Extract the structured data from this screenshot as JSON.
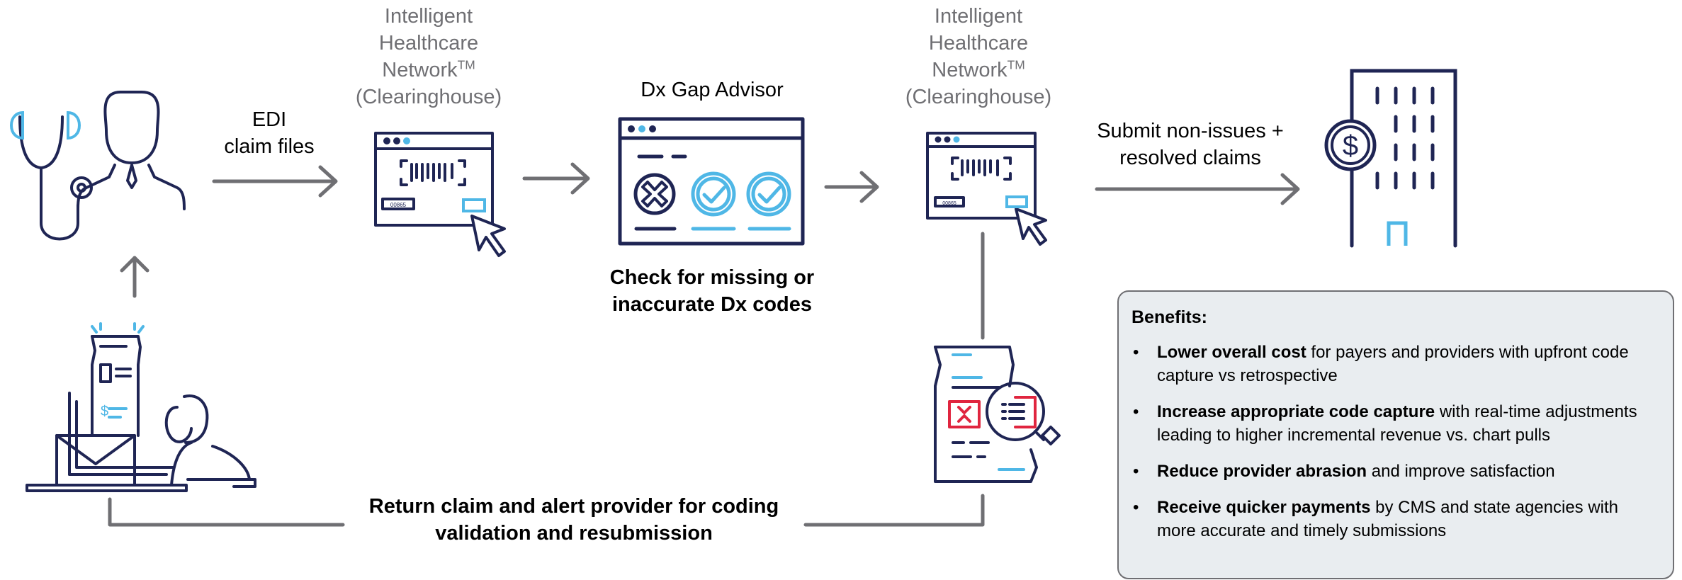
{
  "labels": {
    "ihn_left": {
      "line1": "Intelligent",
      "line2": "Healthcare",
      "line3": "Network",
      "tm": "TM",
      "line4": "(Clearinghouse)"
    },
    "ihn_right": {
      "line1": "Intelligent",
      "line2": "Healthcare",
      "line3": "Network",
      "tm": "TM",
      "line4": "(Clearinghouse)"
    },
    "edi": {
      "line1": "EDI",
      "line2": "claim files"
    },
    "dx_gap_advisor": "Dx Gap Advisor",
    "check": {
      "line1": "Check for missing or",
      "line2": "inaccurate Dx codes"
    },
    "submit": {
      "line1": "Submit non-issues +",
      "line2": "resolved claims"
    },
    "return": {
      "line1": "Return claim and alert provider for coding",
      "line2": "validation and resubmission"
    },
    "barcode_tag": "00865"
  },
  "benefits": {
    "title": "Benefits:",
    "items": [
      {
        "bold": "Lower overall cost",
        "rest": " for payers and providers with upfront code capture vs retrospective"
      },
      {
        "bold": "Increase appropriate code capture",
        "rest": " with real-time adjustments leading to higher incremental revenue vs. chart pulls"
      },
      {
        "bold": "Reduce provider abrasion",
        "rest": " and improve satisfaction"
      },
      {
        "bold": "Receive quicker payments",
        "rest": " by CMS and state agencies with more accurate and timely submissions"
      }
    ]
  },
  "colors": {
    "navy": "#1f2554",
    "cyan": "#4fb7e6",
    "red": "#e0253f",
    "arrow": "#6f6f73",
    "box_bg": "#e9edf0"
  },
  "icons": [
    "doctor-stethoscope-icon",
    "clearinghouse-window-icon",
    "dx-gap-advisor-window-icon",
    "payer-building-icon",
    "returned-claim-document-icon",
    "provider-at-computer-icon"
  ]
}
